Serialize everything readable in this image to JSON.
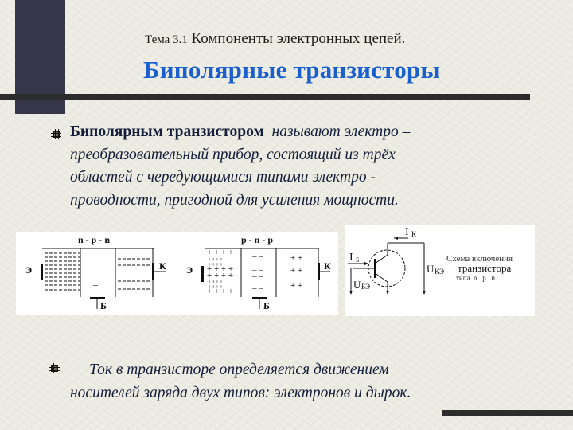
{
  "header": {
    "topic_label": "Тема 3.1",
    "topic_title": "Компоненты электронных цепей.",
    "title": "Биполярные транзисторы"
  },
  "paragraphs": [
    {
      "bold_lead": "Биполярным транзистором",
      "lines": [
        "называют электро –",
        "преобразовательный прибор, состоящий из трёх",
        "областей с чередующимися типами электро -",
        "проводности, пригодной для усиления мощности."
      ]
    },
    {
      "lines": [
        "Ток в транзисторе определяется движением",
        "носителей заряда двух типов: электронов и дырок."
      ]
    }
  ],
  "diagrams": {
    "npn": {
      "label": "n - p - n",
      "emitter": "Э",
      "collector": "К",
      "base": "Б",
      "base_sign": "–"
    },
    "pnp": {
      "label": "p - n - p",
      "emitter": "Э",
      "collector": "К",
      "base": "Б"
    },
    "circuit": {
      "ik": "I",
      "ik_sub": "К",
      "ib": "I",
      "ib_sub": "Б",
      "ube": "U",
      "ube_sub": "БЭ",
      "uke": "U",
      "uke_sub": "КЭ",
      "caption_line1": "Схема включения",
      "caption_line2": "транзистора",
      "caption_line3": "типа  n   p   n"
    }
  },
  "colors": {
    "title": "#1a5fd0",
    "bars": "#2c2c2c",
    "vbar": "#35364a",
    "text": "#141e3a"
  }
}
